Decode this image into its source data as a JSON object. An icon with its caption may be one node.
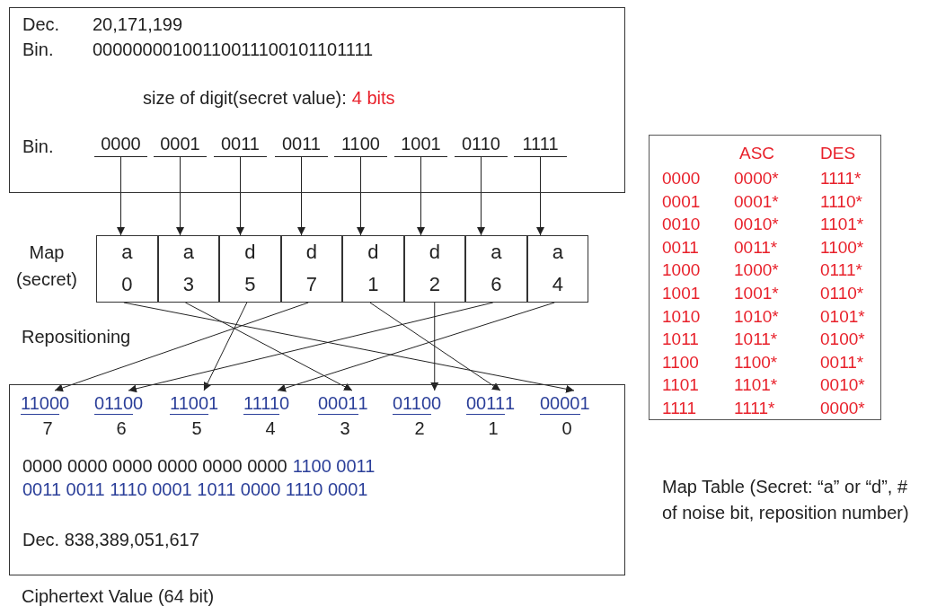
{
  "diagram": {
    "nodes": [
      {
        "text": [
          "Dec.",
          "20,171,199",
          "Bin.",
          "00000000100110011100101101111",
          "size of digit(secret value):",
          "4 bits",
          "Bin."
        ]
      },
      {
        "text": [
          "0000"
        ],
        "in": 0
      },
      {
        "text": [
          "0001"
        ],
        "in": 0
      },
      {
        "text": [
          "0011"
        ],
        "in": 0
      },
      {
        "text": [
          "0011"
        ],
        "in": 0
      },
      {
        "text": [
          "1100"
        ],
        "in": 0
      },
      {
        "text": [
          "1001"
        ],
        "in": 0
      },
      {
        "text": [
          "0110"
        ],
        "in": 0
      },
      {
        "text": [
          "1111"
        ],
        "in": 0
      },
      {
        "text": [
          "a",
          "0"
        ]
      },
      {
        "text": [
          "a",
          "3"
        ]
      },
      {
        "text": [
          "d",
          "5"
        ]
      },
      {
        "text": [
          "d",
          "7"
        ]
      },
      {
        "text": [
          "d",
          "1"
        ]
      },
      {
        "text": [
          "d",
          "2"
        ]
      },
      {
        "text": [
          "a",
          "6"
        ]
      },
      {
        "text": [
          "a",
          "4"
        ]
      },
      {
        "text": [
          "0000 0000 0000 0000 0000 0000",
          "1100 0011",
          "0011 0011 1110 0001 1011 0000 1110 0001",
          "Dec. 838,389,051,617"
        ],
        "beside": [
          "Ciphertext Value (64 bit)"
        ]
      },
      {
        "text": [
          "1100",
          "0",
          "7"
        ],
        "in": 17
      },
      {
        "text": [
          "0110",
          "0",
          "6"
        ],
        "in": 17
      },
      {
        "text": [
          "1100",
          "1",
          "5"
        ],
        "in": 17
      },
      {
        "text": [
          "1111",
          "0",
          "4"
        ],
        "in": 17
      },
      {
        "text": [
          "0001",
          "1",
          "3"
        ],
        "in": 17
      },
      {
        "text": [
          "0110",
          "0",
          "2"
        ],
        "in": 17
      },
      {
        "text": [
          "0011",
          "1",
          "1"
        ],
        "in": 17
      },
      {
        "text": [
          "0000",
          "1",
          "0"
        ],
        "in": 17
      },
      {
        "text": [
          "ASC",
          "DES",
          "0000",
          "0000*",
          "1111*",
          "0001",
          "0001*",
          "1110*",
          "0010",
          "0010*",
          "1101*",
          "0011",
          "0011*",
          "1100*",
          "1000",
          "1000*",
          "0111*",
          "1001",
          "1001*",
          "0110*",
          "1010",
          "1010*",
          "0101*",
          "1011",
          "1011*",
          "0100*",
          "1100",
          "1100*",
          "0011*",
          "1101",
          "1101*",
          "0010*",
          "1111",
          "1111*",
          "0000*"
        ],
        "beside": [
          "Map Table (Secret: “a” or “d”, # of noise bit, reposition number)"
        ]
      }
    ],
    "edges": [
      {
        "from": 1,
        "to": 9,
        "arrow": "to"
      },
      {
        "from": 2,
        "to": 10,
        "arrow": "to"
      },
      {
        "from": 3,
        "to": 11,
        "arrow": "to"
      },
      {
        "from": 4,
        "to": 12,
        "arrow": "to"
      },
      {
        "from": 5,
        "to": 13,
        "arrow": "to"
      },
      {
        "from": 6,
        "to": 14,
        "arrow": "to"
      },
      {
        "from": 7,
        "to": 15,
        "arrow": "to"
      },
      {
        "from": 8,
        "to": 16,
        "arrow": "to"
      },
      {
        "from": 9,
        "to": 25,
        "arrow": "to"
      },
      {
        "from": 10,
        "to": 22,
        "arrow": "to"
      },
      {
        "from": 11,
        "to": 20,
        "arrow": "to"
      },
      {
        "from": 12,
        "to": 18,
        "arrow": "to"
      },
      {
        "from": 13,
        "to": 24,
        "arrow": "to"
      },
      {
        "from": 14,
        "to": 23,
        "arrow": "to"
      },
      {
        "from": 15,
        "to": 19,
        "arrow": "to"
      },
      {
        "from": 16,
        "to": 21,
        "arrow": "to"
      }
    ],
    "labels": [
      "Map (secret)",
      "Repositioning"
    ]
  }
}
